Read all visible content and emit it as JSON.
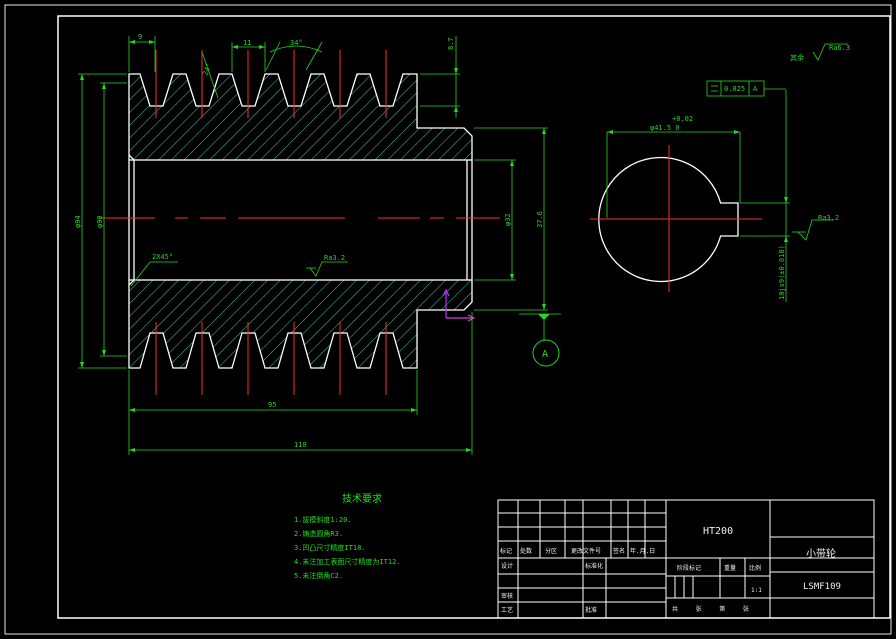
{
  "colors": {
    "background": "#000000",
    "outline": "#ffffff",
    "hatch": "#3cc8b4",
    "dimension": "#25d625",
    "centerline": "#ff2a2a",
    "ucs_x": "#d040d0",
    "ucs_y": "#c030ff"
  },
  "dimensions": {
    "pitch": "9",
    "tooth_width": "11",
    "thread_angle": "34°",
    "chamfer_angle": "24°",
    "thread_depth": "8.7",
    "od_94": "φ94",
    "od_90": "φ90",
    "chamfer": "2X45°",
    "bore_roughness": "Ra3.2",
    "bore": "φ32",
    "hub_dia": "37.6",
    "length_95": "95",
    "length_110": "110",
    "keyway_upper": "+0.02",
    "keyway_width": "φ41.5 0",
    "keyway_side": "10js9(±0.018)",
    "parallel_value": "0.025",
    "parallel_datum": "A",
    "key_roughness": "Ra3.2",
    "general_roughness_label": "其余",
    "general_roughness": "Ra6.3",
    "datum": "A"
  },
  "notes": {
    "title": "技术要求",
    "items": [
      "1.拔模斜度1:20.",
      "2.铸造圆角R3.",
      "3.凹凸尺寸精度IT18.",
      "4.未注加工表面尺寸精度为IT12.",
      "5.未注倒角C2."
    ]
  },
  "title_block": {
    "material": "HT200",
    "part_name": "小带轮",
    "drawing_no": "LSMF109",
    "scale": "1:1",
    "rev_headers": [
      "标记",
      "处数",
      "分区",
      "更改文件号",
      "签名",
      "年.月.日"
    ],
    "design": "设计",
    "standardization": "标准化",
    "review": "审核",
    "process": "工艺",
    "approve": "批准",
    "stage_mark": "阶段标记",
    "weight": "重量",
    "scale_label": "比例",
    "sheets": "共 张 第 张"
  }
}
